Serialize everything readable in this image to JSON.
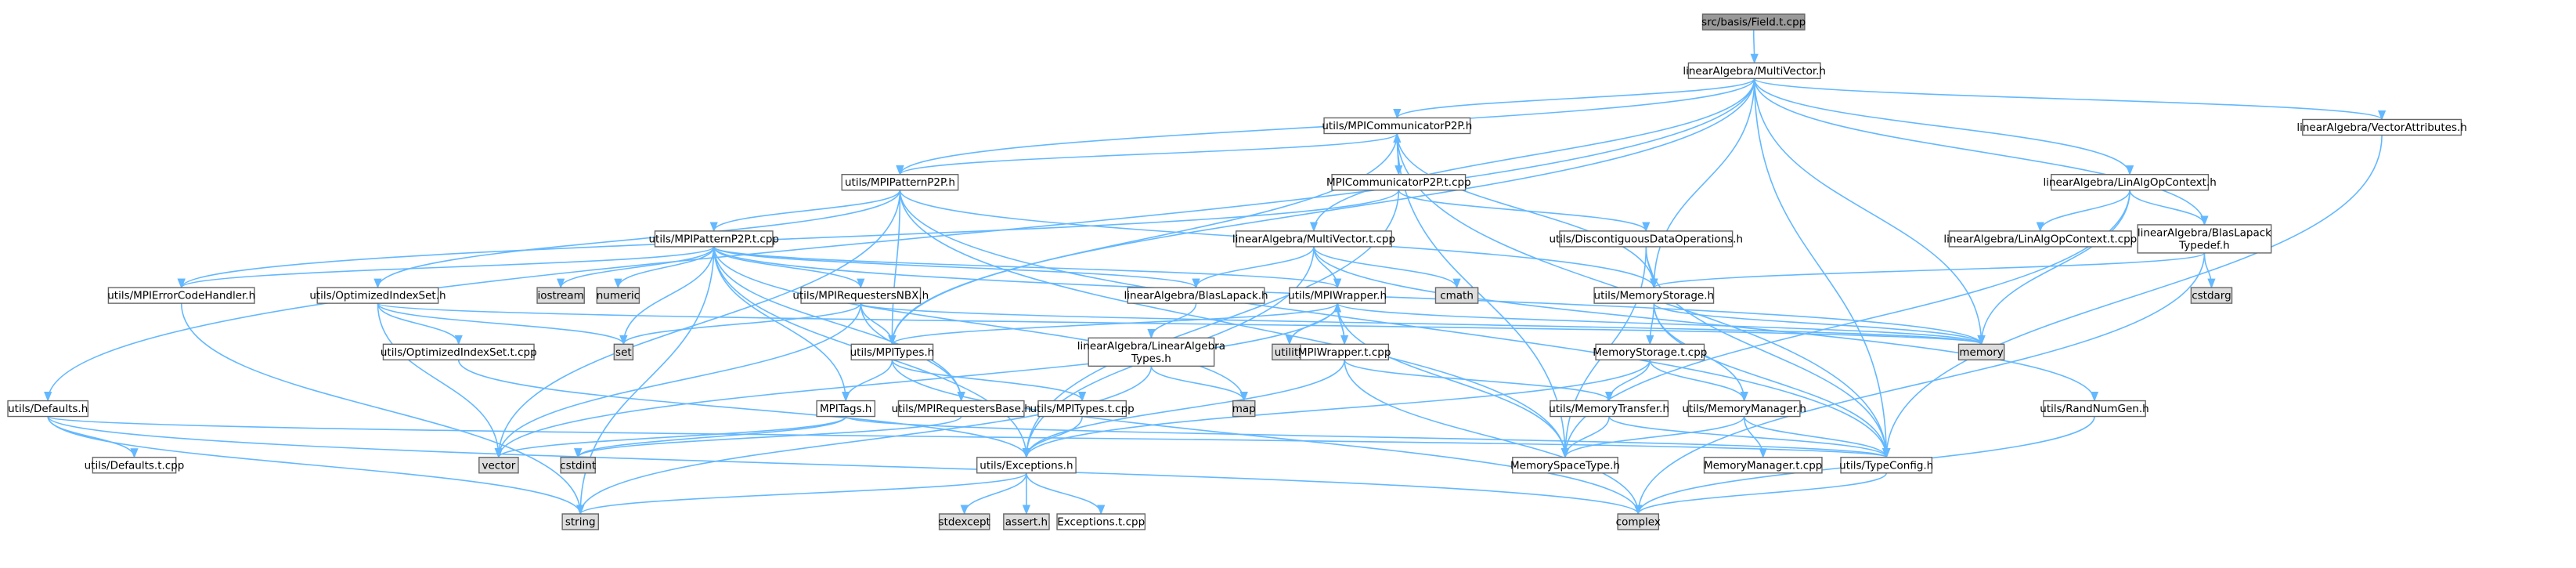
{
  "colors": {
    "edge": "#63b8ff",
    "edge_red": "#ff4040",
    "node_border": "#666666",
    "root_fill": "#999999",
    "external_fill": "#dddddd",
    "file_fill": "#ffffff",
    "red_border": "#ff0000"
  },
  "nodes": [
    {
      "id": "root",
      "label": "src/basis/Field.t.cpp",
      "kind": "root"
    },
    {
      "id": "multivector",
      "label": "linearAlgebra/MultiVector.h",
      "kind": "file"
    },
    {
      "id": "commp2p",
      "label": "utils/MPICommunicatorP2P.h",
      "kind": "file"
    },
    {
      "id": "vecattr",
      "label": "linearAlgebra/VectorAttributes.h",
      "kind": "file"
    },
    {
      "id": "patternp2p",
      "label": "utils/MPIPatternP2P.h",
      "kind": "file"
    },
    {
      "id": "commp2pt",
      "label": "MPICommunicatorP2P.t.cpp",
      "kind": "file"
    },
    {
      "id": "linalgctx",
      "label": "linearAlgebra/LinAlgOpContext.h",
      "kind": "file"
    },
    {
      "id": "patternp2pt",
      "label": "utils/MPIPatternP2P.t.cpp",
      "kind": "file"
    },
    {
      "id": "multivect",
      "label": "linearAlgebra/MultiVector.t.cpp",
      "kind": "file"
    },
    {
      "id": "discontig",
      "label": "utils/DiscontiguousDataOperations.h",
      "kind": "file"
    },
    {
      "id": "linalgctxt",
      "label": "linearAlgebra/LinAlgOpContext.t.cpp",
      "kind": "file"
    },
    {
      "id": "blastypedef",
      "label": [
        "linearAlgebra/BlasLapack",
        "Typedef.h"
      ],
      "kind": "file"
    },
    {
      "id": "errhandler",
      "label": "utils/MPIErrorCodeHandler.h",
      "kind": "file"
    },
    {
      "id": "optidx",
      "label": "utils/OptimizedIndexSet.h",
      "kind": "file"
    },
    {
      "id": "iostream",
      "label": "iostream",
      "kind": "external"
    },
    {
      "id": "numeric",
      "label": "numeric",
      "kind": "external"
    },
    {
      "id": "reqnbx",
      "label": "utils/MPIRequestersNBX.h",
      "kind": "file"
    },
    {
      "id": "blaslapack",
      "label": "linearAlgebra/BlasLapack.h",
      "kind": "incomplete"
    },
    {
      "id": "mpiwrapper",
      "label": "utils/MPIWrapper.h",
      "kind": "file"
    },
    {
      "id": "cmath",
      "label": "cmath",
      "kind": "external"
    },
    {
      "id": "memstorage",
      "label": "utils/MemoryStorage.h",
      "kind": "file"
    },
    {
      "id": "cstdarg",
      "label": "cstdarg",
      "kind": "external"
    },
    {
      "id": "optidxt",
      "label": "utils/OptimizedIndexSet.t.cpp",
      "kind": "incomplete"
    },
    {
      "id": "set",
      "label": "set",
      "kind": "external"
    },
    {
      "id": "mpitypes",
      "label": "utils/MPITypes.h",
      "kind": "file"
    },
    {
      "id": "linalgtypes",
      "label": [
        "linearAlgebra/LinearAlgebra",
        "Types.h"
      ],
      "kind": "file"
    },
    {
      "id": "utility",
      "label": "utility",
      "kind": "external"
    },
    {
      "id": "mpiwrappert",
      "label": "MPIWrapper.t.cpp",
      "kind": "file"
    },
    {
      "id": "memory",
      "label": "memory",
      "kind": "external"
    },
    {
      "id": "memstoraget",
      "label": "MemoryStorage.t.cpp",
      "kind": "file"
    },
    {
      "id": "defaults",
      "label": "utils/Defaults.h",
      "kind": "file"
    },
    {
      "id": "mpitags",
      "label": "MPITags.h",
      "kind": "file"
    },
    {
      "id": "reqbase",
      "label": "utils/MPIRequestersBase.h",
      "kind": "file"
    },
    {
      "id": "mpitypest",
      "label": "utils/MPITypes.t.cpp",
      "kind": "file"
    },
    {
      "id": "map",
      "label": "map",
      "kind": "external"
    },
    {
      "id": "memtransfer",
      "label": "utils/MemoryTransfer.h",
      "kind": "incomplete"
    },
    {
      "id": "memmanager",
      "label": "utils/MemoryManager.h",
      "kind": "file"
    },
    {
      "id": "randnum",
      "label": "utils/RandNumGen.h",
      "kind": "incomplete"
    },
    {
      "id": "defaultst",
      "label": "utils/Defaults.t.cpp",
      "kind": "file"
    },
    {
      "id": "vector",
      "label": "vector",
      "kind": "external"
    },
    {
      "id": "cstdint",
      "label": "cstdint",
      "kind": "external"
    },
    {
      "id": "exceptions",
      "label": "utils/Exceptions.h",
      "kind": "file"
    },
    {
      "id": "memspacetype",
      "label": "MemorySpaceType.h",
      "kind": "file"
    },
    {
      "id": "memmanagert",
      "label": "MemoryManager.t.cpp",
      "kind": "incomplete"
    },
    {
      "id": "typeconfig",
      "label": "utils/TypeConfig.h",
      "kind": "file"
    },
    {
      "id": "string",
      "label": "string",
      "kind": "external"
    },
    {
      "id": "complex",
      "label": "complex",
      "kind": "external"
    },
    {
      "id": "stdexcept",
      "label": "stdexcept",
      "kind": "external"
    },
    {
      "id": "asserth",
      "label": "assert.h",
      "kind": "external"
    },
    {
      "id": "exceptionst",
      "label": "Exceptions.t.cpp",
      "kind": "file"
    }
  ],
  "edges": [
    [
      "root",
      "multivector"
    ],
    [
      "multivector",
      "commp2p"
    ],
    [
      "multivector",
      "vecattr"
    ],
    [
      "multivector",
      "patternp2p"
    ],
    [
      "multivector",
      "linalgctx"
    ],
    [
      "multivector",
      "multivect"
    ],
    [
      "multivector",
      "blastypedef"
    ],
    [
      "multivector",
      "memstorage"
    ],
    [
      "multivector",
      "memory"
    ],
    [
      "multivector",
      "defaults"
    ],
    [
      "multivector",
      "typeconfig"
    ],
    [
      "multivector",
      "mpitypes"
    ],
    [
      "commp2p",
      "patternp2p"
    ],
    [
      "commp2p",
      "commp2pt"
    ],
    [
      "commp2p",
      "memstorage"
    ],
    [
      "commp2p",
      "mpitypes"
    ],
    [
      "commp2p",
      "memspacetype"
    ],
    [
      "commp2p",
      "typeconfig"
    ],
    [
      "commp2pt",
      "commp2p"
    ],
    [
      "commp2pt",
      "discontig"
    ],
    [
      "commp2pt",
      "exceptions"
    ],
    [
      "commp2pt",
      "errhandler"
    ],
    [
      "vecattr",
      "typeconfig"
    ],
    [
      "patternp2p",
      "patternp2pt"
    ],
    [
      "patternp2p",
      "optidx"
    ],
    [
      "patternp2p",
      "mpitypes"
    ],
    [
      "patternp2p",
      "memstorage"
    ],
    [
      "patternp2p",
      "memspacetype"
    ],
    [
      "patternp2p",
      "vector"
    ],
    [
      "patternp2p",
      "typeconfig"
    ],
    [
      "patternp2pt",
      "errhandler"
    ],
    [
      "patternp2pt",
      "iostream"
    ],
    [
      "patternp2pt",
      "numeric"
    ],
    [
      "patternp2pt",
      "reqnbx"
    ],
    [
      "patternp2pt",
      "mpiwrapper"
    ],
    [
      "patternp2pt",
      "set"
    ],
    [
      "patternp2pt",
      "mpitags"
    ],
    [
      "patternp2pt",
      "reqbase"
    ],
    [
      "patternp2pt",
      "exceptions"
    ],
    [
      "patternp2pt",
      "string"
    ],
    [
      "patternp2pt",
      "map"
    ],
    [
      "patternp2pt",
      "memory"
    ],
    [
      "patternp2pt",
      "blaslapack"
    ],
    [
      "linalgctx",
      "linalgctxt"
    ],
    [
      "linalgctx",
      "blastypedef"
    ],
    [
      "linalgctx",
      "memory"
    ],
    [
      "linalgctx",
      "memspacetype"
    ],
    [
      "blastypedef",
      "cstdarg"
    ],
    [
      "blastypedef",
      "complex"
    ],
    [
      "blastypedef",
      "memstorage"
    ],
    [
      "multivect",
      "blaslapack"
    ],
    [
      "multivect",
      "mpiwrapper"
    ],
    [
      "multivect",
      "cmath"
    ],
    [
      "multivect",
      "exceptions"
    ],
    [
      "multivect",
      "randnum"
    ],
    [
      "discontig",
      "memstorage"
    ],
    [
      "discontig",
      "typeconfig"
    ],
    [
      "discontig",
      "memspacetype"
    ],
    [
      "memstorage",
      "memstoraget"
    ],
    [
      "memstorage",
      "memmanager"
    ],
    [
      "memstorage",
      "memory"
    ],
    [
      "memstorage",
      "typeconfig"
    ],
    [
      "errhandler",
      "string"
    ],
    [
      "optidx",
      "optidxt"
    ],
    [
      "optidx",
      "set"
    ],
    [
      "optidx",
      "vector"
    ],
    [
      "optidx",
      "memory"
    ],
    [
      "optidxt",
      "exceptions"
    ],
    [
      "reqnbx",
      "mpitypes"
    ],
    [
      "reqnbx",
      "reqbase"
    ],
    [
      "reqnbx",
      "set"
    ],
    [
      "reqnbx",
      "vector"
    ],
    [
      "reqnbx",
      "memory"
    ],
    [
      "blaslapack",
      "linalgtypes"
    ],
    [
      "linalgtypes",
      "map"
    ],
    [
      "linalgtypes",
      "string"
    ],
    [
      "mpiwrapper",
      "mpiwrappert"
    ],
    [
      "mpiwrapper",
      "mpitypes"
    ],
    [
      "mpiwrapper",
      "utility"
    ],
    [
      "mpiwrapper",
      "memory"
    ],
    [
      "mpiwrapper",
      "vector"
    ],
    [
      "mpiwrapper",
      "memspacetype"
    ],
    [
      "mpiwrappert",
      "mpiwrapper"
    ],
    [
      "mpiwrappert",
      "exceptions"
    ],
    [
      "mpiwrappert",
      "memtransfer"
    ],
    [
      "mpiwrappert",
      "complex"
    ],
    [
      "mpitypes",
      "mpitypest"
    ],
    [
      "mpitypes",
      "mpitags"
    ],
    [
      "mpitypes",
      "complex"
    ],
    [
      "mpitypest",
      "exceptions"
    ],
    [
      "mpitags",
      "vector"
    ],
    [
      "mpitags",
      "cstdint"
    ],
    [
      "mpitags",
      "typeconfig"
    ],
    [
      "reqbase",
      "cstdint"
    ],
    [
      "memstoraget",
      "memtransfer"
    ],
    [
      "memstoraget",
      "memmanager"
    ],
    [
      "memstoraget",
      "exceptions"
    ],
    [
      "memtransfer",
      "memspacetype"
    ],
    [
      "memtransfer",
      "typeconfig"
    ],
    [
      "memmanager",
      "memmanagert"
    ],
    [
      "memmanager",
      "typeconfig"
    ],
    [
      "memmanager",
      "memspacetype"
    ],
    [
      "randnum",
      "complex"
    ],
    [
      "defaults",
      "defaultst"
    ],
    [
      "defaults",
      "typeconfig"
    ],
    [
      "defaults",
      "string"
    ],
    [
      "defaults",
      "complex"
    ],
    [
      "typeconfig",
      "complex"
    ],
    [
      "exceptions",
      "string"
    ],
    [
      "exceptions",
      "stdexcept"
    ],
    [
      "exceptions",
      "asserth"
    ],
    [
      "exceptions",
      "exceptionst"
    ]
  ]
}
